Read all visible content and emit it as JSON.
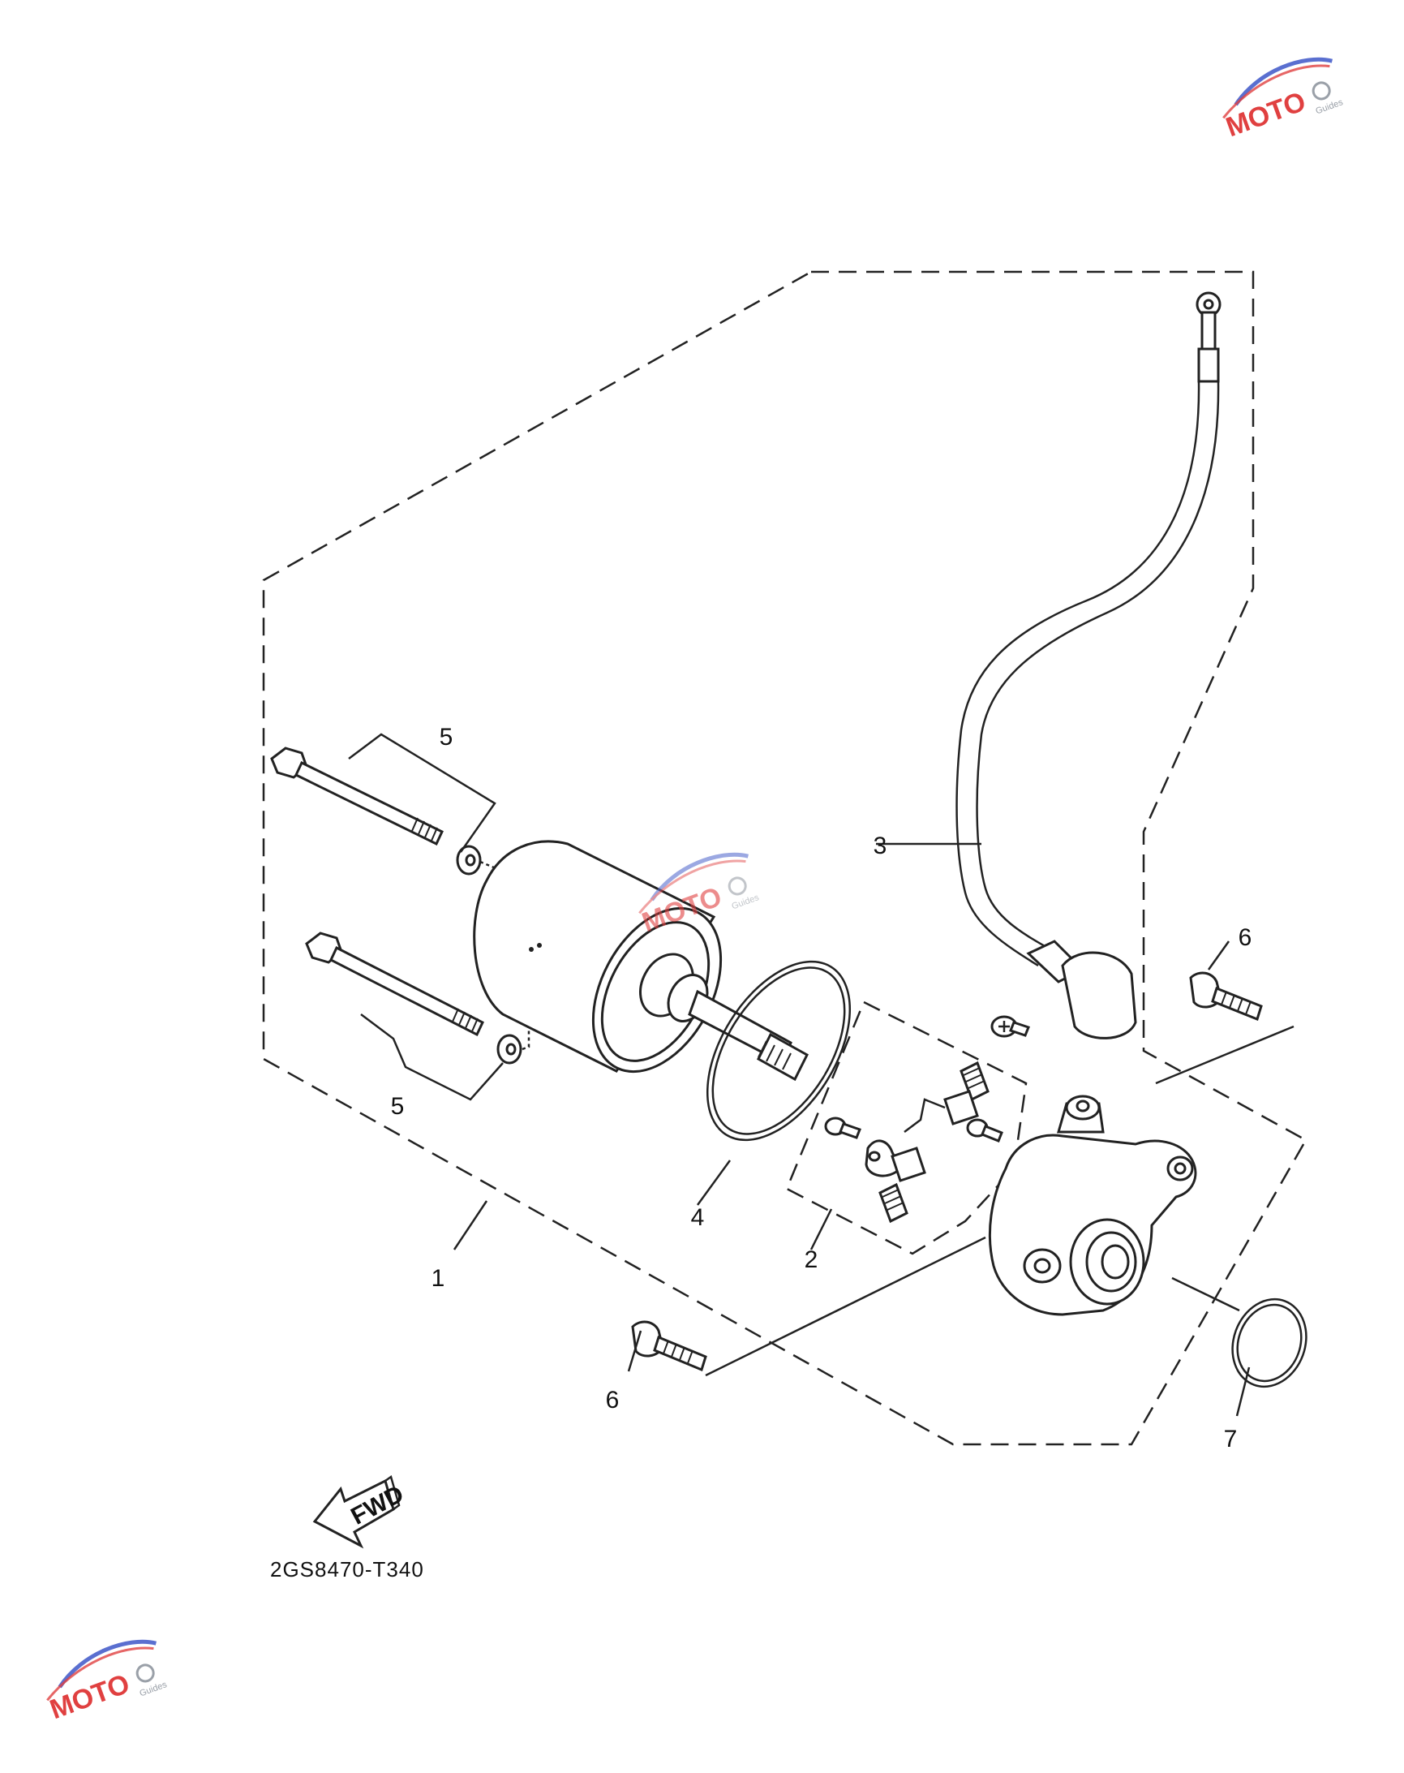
{
  "diagram_code": "2GS8470-T340",
  "direction_arrow": {
    "label": "FWD",
    "icon": "fwd-arrow-icon"
  },
  "callouts": [
    {
      "id": "c1",
      "label": "1"
    },
    {
      "id": "c2",
      "label": "2"
    },
    {
      "id": "c3",
      "label": "3"
    },
    {
      "id": "c4",
      "label": "4"
    },
    {
      "id": "c5a",
      "label": "5"
    },
    {
      "id": "c5b",
      "label": "5"
    },
    {
      "id": "c6a",
      "label": "6"
    },
    {
      "id": "c6b",
      "label": "6"
    },
    {
      "id": "c7",
      "label": "7"
    }
  ],
  "watermark": {
    "text": "MOTO",
    "subtext": "Guides",
    "colors": {
      "red": "#e04040",
      "blue": "#5a6fd0",
      "gray": "#9aa0a8"
    }
  }
}
